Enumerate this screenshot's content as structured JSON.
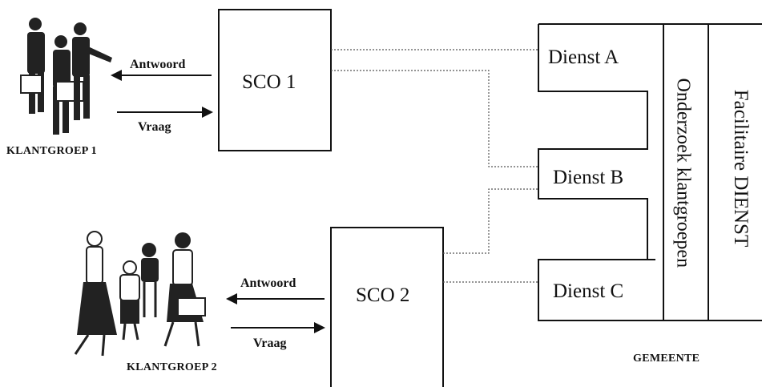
{
  "groups": [
    {
      "label": "KLANTGROEP 1",
      "answer": "Antwoord",
      "question": "Vraag"
    },
    {
      "label": "KLANTGROEP 2",
      "answer": "Antwoord",
      "question": "Vraag"
    }
  ],
  "sco": [
    "SCO 1",
    "SCO 2"
  ],
  "services": [
    "Dienst A",
    "Dienst B",
    "Dienst C"
  ],
  "research": "Onderzoek klantgroepen",
  "facility": "Facilitaire DIENST",
  "municipality": "GEMEENTE"
}
